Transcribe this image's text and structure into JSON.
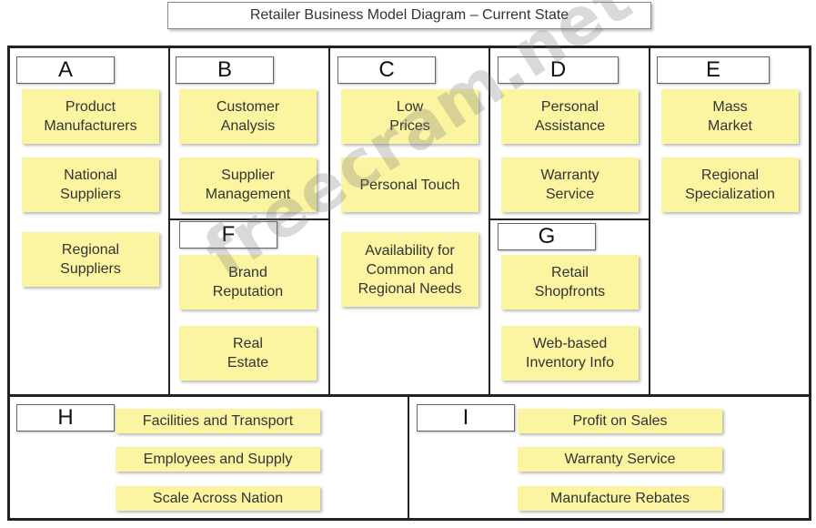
{
  "title": "Retailer Business Model Diagram – Current State",
  "sections": {
    "A": {
      "letter": "A",
      "items": [
        "Product\nManufacturers",
        "National\nSuppliers",
        "Regional\nSuppliers"
      ]
    },
    "B": {
      "letter": "B",
      "items": [
        "Customer\nAnalysis",
        "Supplier\nManagement"
      ]
    },
    "F": {
      "letter": "F",
      "items": [
        "Brand\nReputation",
        "Real\nEstate"
      ]
    },
    "C": {
      "letter": "C",
      "items": [
        "Low\nPrices",
        "Personal Touch",
        "Availability for\nCommon and\nRegional Needs"
      ]
    },
    "D": {
      "letter": "D",
      "items": [
        "Personal\nAssistance",
        "Warranty\nService"
      ]
    },
    "G": {
      "letter": "G",
      "items": [
        "Retail\nShopfronts",
        "Web-based\nInventory Info"
      ]
    },
    "E": {
      "letter": "E",
      "items": [
        "Mass\nMarket",
        "Regional\nSpecialization"
      ]
    },
    "H": {
      "letter": "H",
      "items": [
        "Facilities and Transport",
        "Employees and Supply",
        "Scale Across Nation"
      ]
    },
    "I": {
      "letter": "I",
      "items": [
        "Profit on Sales",
        "Warranty Service",
        "Manufacture Rebates"
      ]
    }
  },
  "watermark": "freecram.net",
  "colors": {
    "note": "#fbf4a0",
    "border": "#222222"
  }
}
